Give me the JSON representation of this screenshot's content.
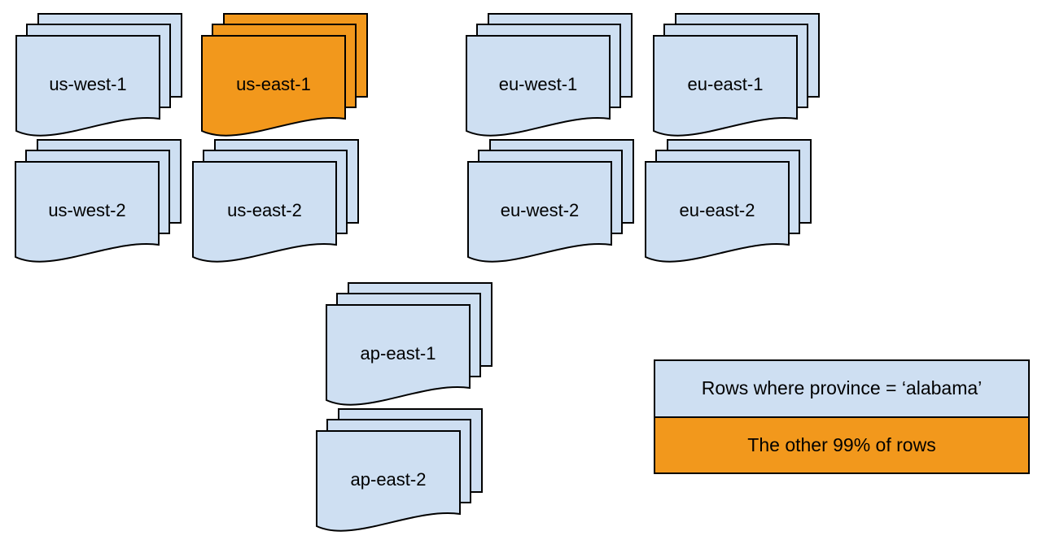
{
  "colors": {
    "canvas_bg": "#ffffff",
    "page_blue": "#cedff2",
    "page_orange": "#f2981c",
    "stroke": "#000000"
  },
  "stacks": [
    {
      "id": "us-west-1",
      "label": "us-west-1",
      "variant": "blue"
    },
    {
      "id": "us-east-1",
      "label": "us-east-1",
      "variant": "orange"
    },
    {
      "id": "eu-west-1",
      "label": "eu-west-1",
      "variant": "blue"
    },
    {
      "id": "eu-east-1",
      "label": "eu-east-1",
      "variant": "blue"
    },
    {
      "id": "us-west-2",
      "label": "us-west-2",
      "variant": "blue"
    },
    {
      "id": "us-east-2",
      "label": "us-east-2",
      "variant": "blue"
    },
    {
      "id": "eu-west-2",
      "label": "eu-west-2",
      "variant": "blue"
    },
    {
      "id": "eu-east-2",
      "label": "eu-east-2",
      "variant": "blue"
    },
    {
      "id": "ap-east-1",
      "label": "ap-east-1",
      "variant": "blue"
    },
    {
      "id": "ap-east-2",
      "label": "ap-east-2",
      "variant": "blue"
    }
  ],
  "legend": {
    "rows": [
      {
        "label": "Rows where province = ‘alabama’",
        "variant": "blue"
      },
      {
        "label": "The other 99% of rows",
        "variant": "orange"
      }
    ]
  }
}
